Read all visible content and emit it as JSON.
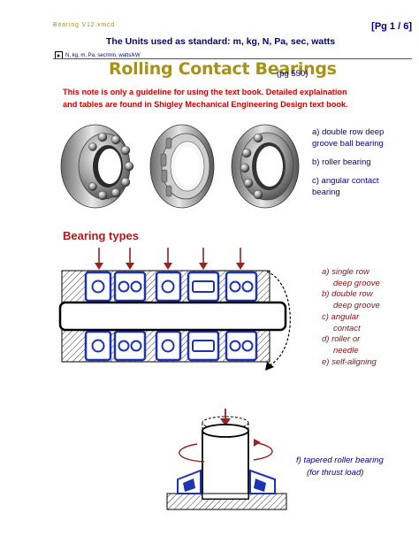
{
  "header": {
    "filename": "Bearing V12.xmcd",
    "page": "[Pg  1 / 6]",
    "units_heading": "The Units used as standard:  m, kg, N, Pa, sec, watts",
    "units_row": "N, kg, m, Pa, sec/min, watts/kW"
  },
  "title": "Rolling Contact Bearings",
  "page_ref": "(pg   550)",
  "note": "This note is only a guideline for using the text book. Detailed explaination and tables are found in Shigley Mechanical Engineering Design text book.",
  "photo_captions": [
    "a) double row deep groove ball bearing",
    "b) roller bearing",
    "c) angular contact bearing"
  ],
  "bearing_types_heading": "Bearing types",
  "types_list": [
    {
      "first": "a) single row",
      "second": "deep groove"
    },
    {
      "first": "b) double row",
      "second": "deep groove"
    },
    {
      "first": "c) angular",
      "second": "contact"
    },
    {
      "first": "d) roller or",
      "second": "needle"
    },
    {
      "first": "e) self-aligning",
      "second": ""
    }
  ],
  "thrust_caption": {
    "line1": "f)  tapered roller bearing",
    "line2": "(for thrust load)"
  },
  "colors": {
    "arrow": "#9b2020",
    "outline": "#1e32b4",
    "text_blue": "#00008b",
    "text_red": "#d40000",
    "title": "#a69214"
  },
  "icons": {
    "unit_selector": "triangle-right-icon",
    "load_arrow": "down-arrow-icon",
    "rotation_arrow": "curved-arrow-icon"
  }
}
